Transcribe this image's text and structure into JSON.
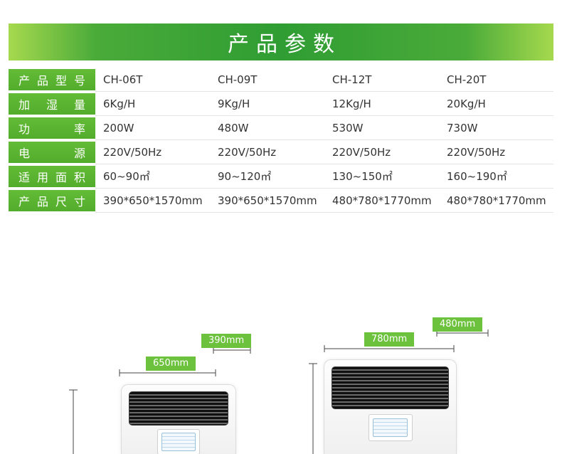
{
  "header": {
    "title": "产品参数"
  },
  "table": {
    "rows": [
      {
        "label": "产品型号",
        "values": [
          "CH-06T",
          "CH-09T",
          "CH-12T",
          "CH-20T"
        ]
      },
      {
        "label": "加湿量",
        "values": [
          "6Kg/H",
          "9Kg/H",
          "12Kg/H",
          "20Kg/H"
        ]
      },
      {
        "label": "功率",
        "values": [
          "200W",
          "480W",
          "530W",
          "730W"
        ]
      },
      {
        "label": "电源",
        "values": [
          "220V/50Hz",
          "220V/50Hz",
          "220V/50Hz",
          "220V/50Hz"
        ]
      },
      {
        "label": "适用面积",
        "values": [
          "60~90㎡",
          "90~120㎡",
          "130~150㎡",
          "160~190㎡"
        ]
      },
      {
        "label": "产品尺寸",
        "values": [
          "390*650*1570mm",
          "390*650*1570mm",
          "480*780*1770mm",
          "480*780*1770mm"
        ]
      }
    ]
  },
  "diagram": {
    "left_unit": {
      "depth_label": "390mm",
      "width_label": "650mm"
    },
    "right_unit": {
      "width_label": "780mm",
      "depth_label": "480mm"
    }
  },
  "colors": {
    "accent_green": "#3fa335",
    "label_green": "#5bb531",
    "badge_green": "#6cc13d",
    "text_dark": "#333333"
  }
}
